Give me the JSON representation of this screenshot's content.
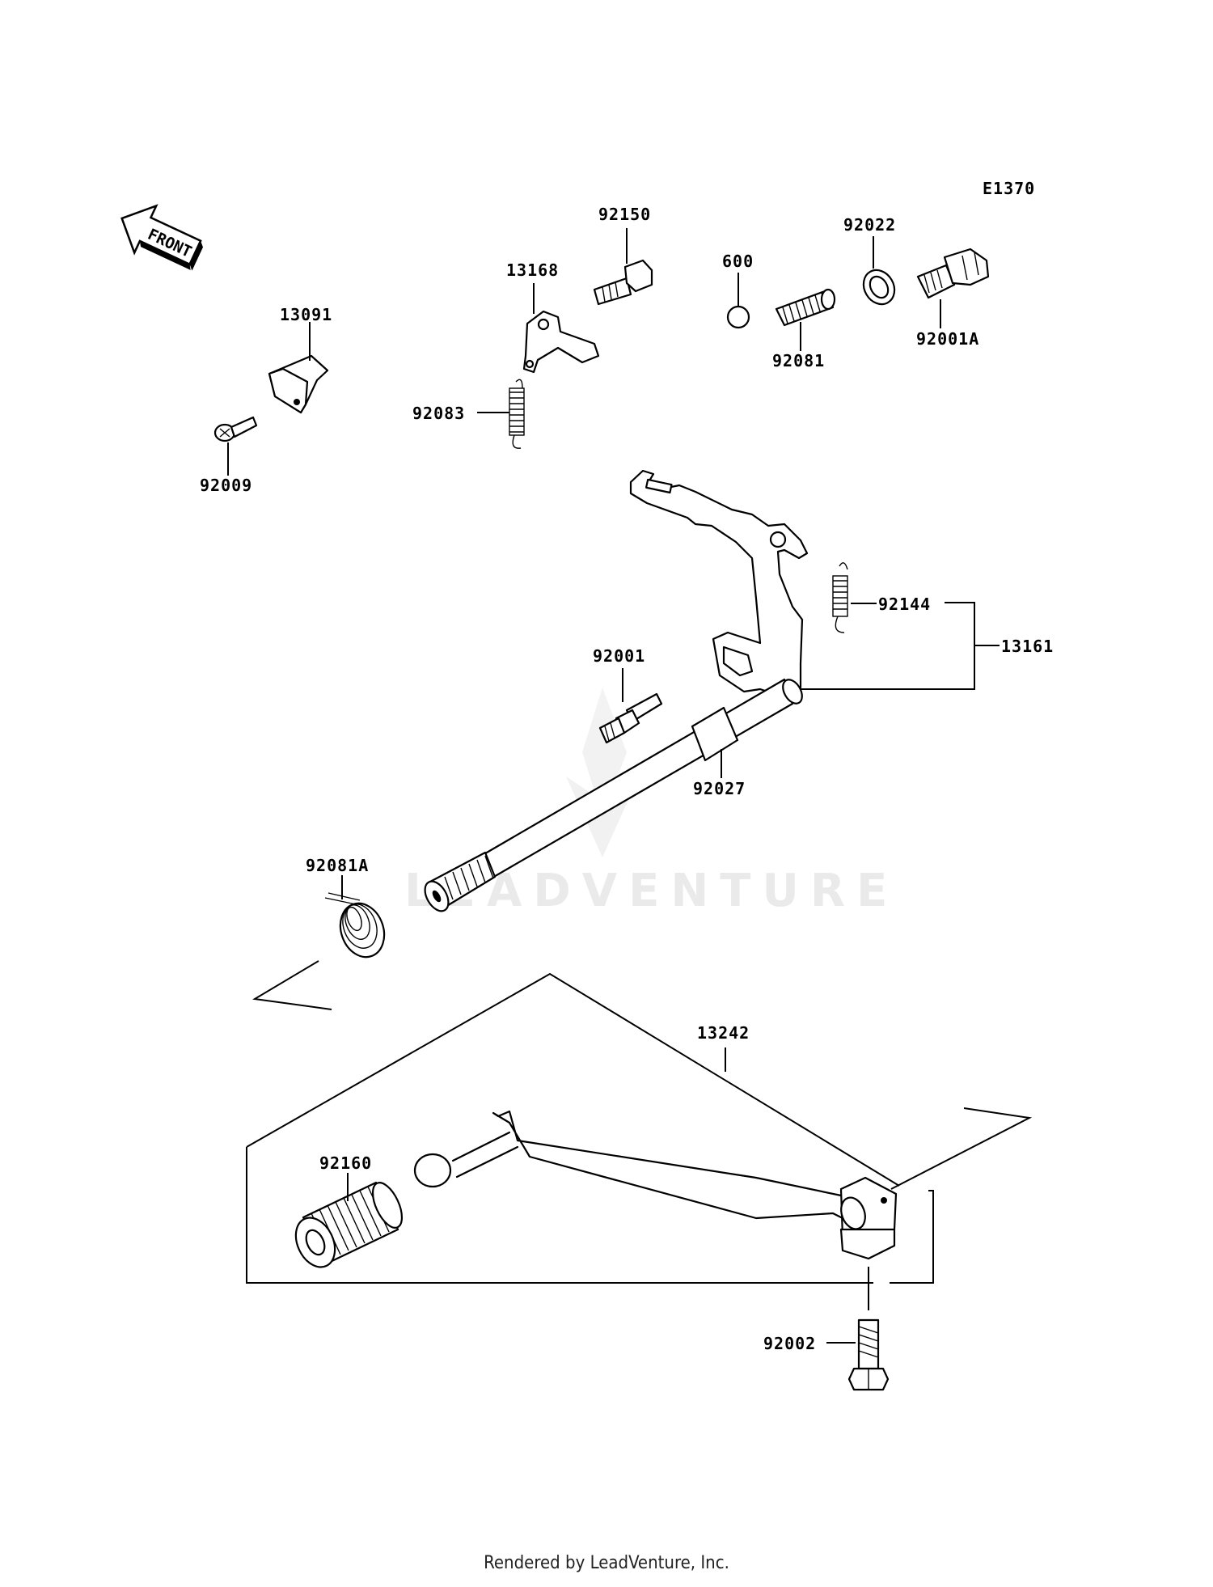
{
  "diagram_code": "E1370",
  "front_arrow_label": "FRONT",
  "watermark": "LEADVENTURE",
  "footer": "Rendered by LeadVenture, Inc.",
  "callouts": {
    "p13091": "13091",
    "p92009": "92009",
    "p13168": "13168",
    "p92150": "92150",
    "p92083": "92083",
    "p600": "600",
    "p92081": "92081",
    "p92022": "92022",
    "p92001A": "92001A",
    "p92144": "92144",
    "p13161": "13161",
    "p92001": "92001",
    "p92027": "92027",
    "p92081A": "92081A",
    "p13242": "13242",
    "p92160": "92160",
    "p92002": "92002"
  }
}
